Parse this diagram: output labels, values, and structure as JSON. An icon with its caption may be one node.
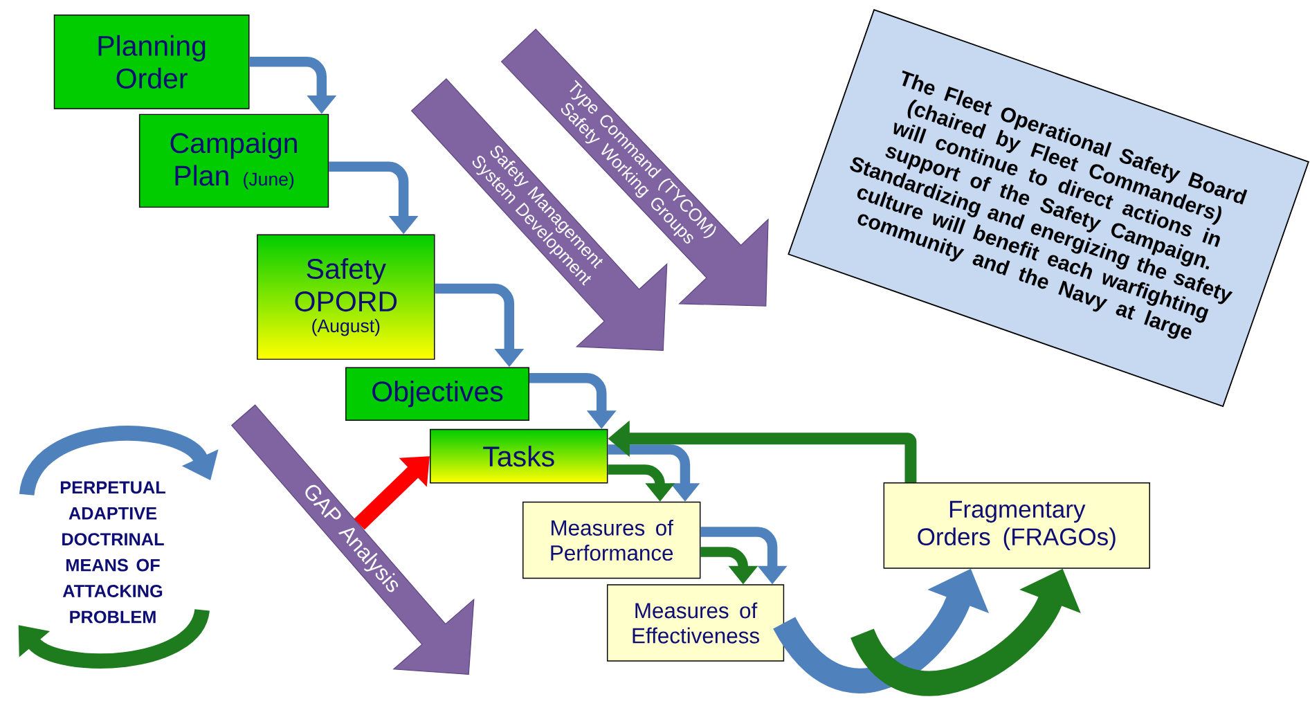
{
  "diagram": {
    "nodes": [
      {
        "text": [
          "Planning Order"
        ]
      },
      {
        "text": [
          "Campaign Plan",
          "(June)"
        ]
      },
      {
        "text": [
          "Safety OPORD",
          "(August)"
        ]
      },
      {
        "text": [
          "Objectives"
        ]
      },
      {
        "text": [
          "Tasks"
        ]
      },
      {
        "text": [
          "Measures of Performance"
        ]
      },
      {
        "text": [
          "Measures of Effectiveness"
        ]
      },
      {
        "text": [
          "Fragmentary Orders (FRAGOs)"
        ]
      },
      {
        "text": [
          "The Fleet Operational Safety Board (chaired by Fleet Commanders) will continue to direct actions in support of the Safety Campaign. Standardizing and energizing the safety culture will benefit each warfighting community and the Navy at large"
        ]
      },
      {
        "text": [
          "Type Command (TYCOM) Safety Working Groups"
        ]
      },
      {
        "text": [
          "Safety Management System Development"
        ]
      },
      {
        "text": [
          "GAP Analysis"
        ]
      }
    ],
    "edges": [
      {
        "from": 0,
        "to": 1,
        "arrow": "to"
      },
      {
        "from": 1,
        "to": 2,
        "arrow": "to"
      },
      {
        "from": 2,
        "to": 3,
        "arrow": "to"
      },
      {
        "from": 3,
        "to": 4,
        "arrow": "to"
      },
      {
        "from": 4,
        "to": 5,
        "arrow": "to"
      },
      {
        "from": 4,
        "to": 5,
        "arrow": "to",
        "color": "#1e7b1e"
      },
      {
        "from": 5,
        "to": 6,
        "arrow": "to"
      },
      {
        "from": 5,
        "to": 6,
        "arrow": "to",
        "color": "#1e7b1e"
      },
      {
        "from": 7,
        "to": 4,
        "arrow": "to",
        "color": "#1e7b1e"
      },
      {
        "from": 11,
        "to": 4,
        "arrow": "to",
        "color": "#ff0000"
      },
      {
        "from": 6,
        "to": 7,
        "arrow": "to",
        "style": "thick"
      },
      {
        "from": null,
        "to": 7,
        "arrow": "to",
        "color": "#1e7b1e",
        "style": "thick"
      }
    ],
    "labels": [
      "PERPETUAL ADAPTIVE DOCTRINAL MEANS OF ATTACKING PROBLEM"
    ]
  }
}
